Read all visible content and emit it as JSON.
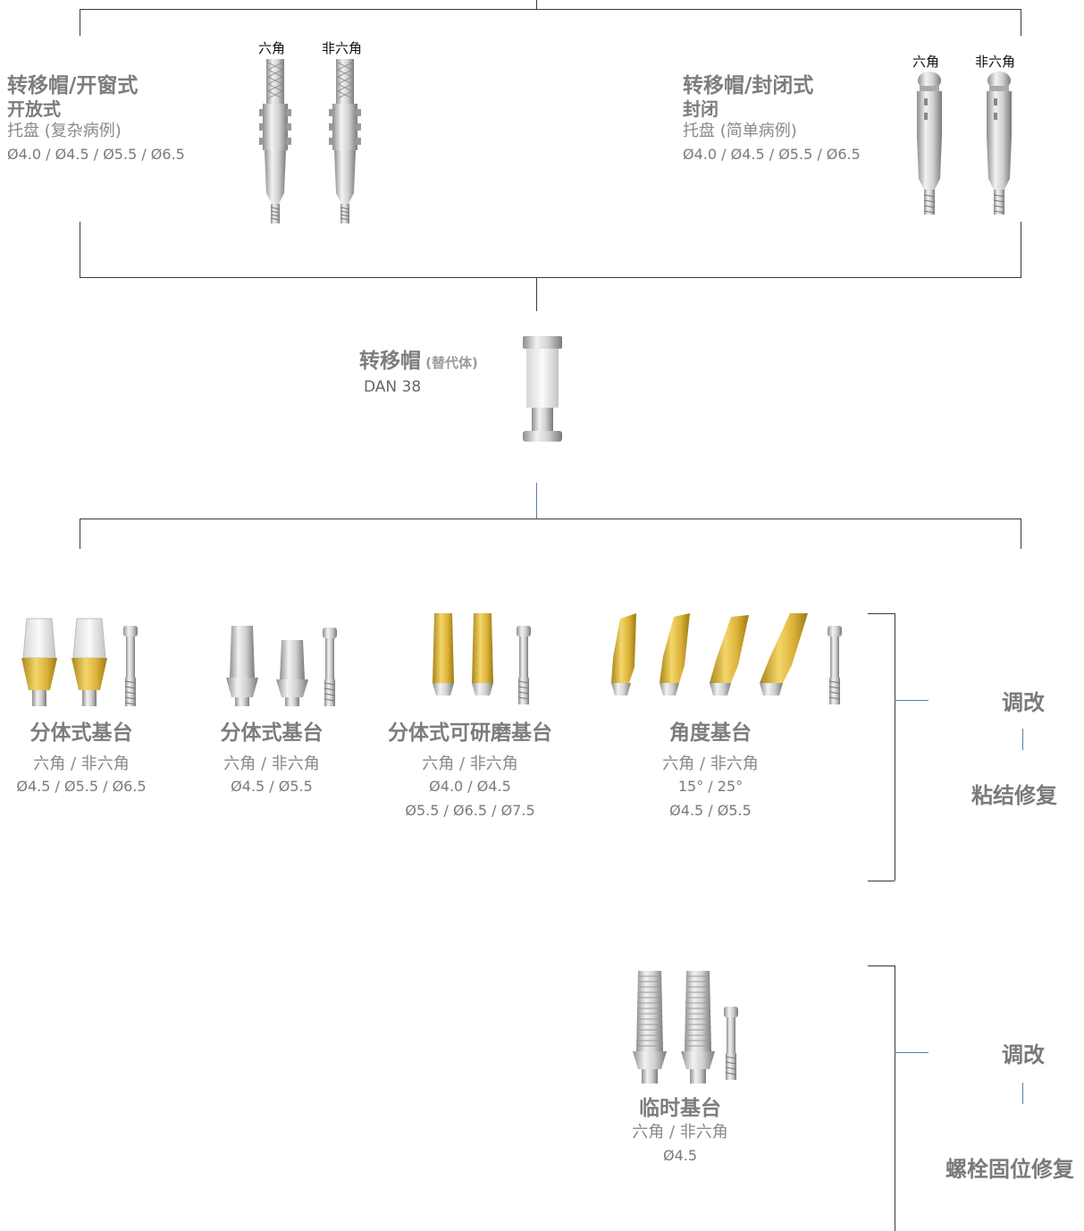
{
  "impression_open": {
    "title": "转移帽/开窗式",
    "subtitle": "开放式",
    "tray": "托盘 (复杂病例)",
    "sizes": "Ø4.0 / Ø4.5 / Ø5.5 / Ø6.5",
    "label_hex": "六角",
    "label_nonhex": "非六角"
  },
  "impression_closed": {
    "title": "转移帽/封闭式",
    "subtitle": "封闭",
    "tray": "托盘 (简单病例)",
    "sizes": "Ø4.0 / Ø4.5 / Ø5.5 / Ø6.5",
    "label_hex": "六角",
    "label_nonhex": "非六角"
  },
  "analog": {
    "title": "转移帽",
    "title_note": "(替代体)",
    "code": "DAN 38"
  },
  "abutments": [
    {
      "title": "分体式基台",
      "line1": "六角 / 非六角",
      "line2": "Ø4.5 / Ø5.5 / Ø6.5",
      "line3": ""
    },
    {
      "title": "分体式基台",
      "line1": "六角 / 非六角",
      "line2": "Ø4.5 / Ø5.5",
      "line3": ""
    },
    {
      "title": "分体式可研磨基台",
      "line1": "六角 / 非六角",
      "line2": "Ø4.0 / Ø4.5",
      "line3": "Ø5.5 / Ø6.5 / Ø7.5"
    },
    {
      "title": "角度基台",
      "line1": "六角 / 非六角",
      "line2": "15° / 25°",
      "line3": "Ø4.5 / Ø5.5"
    }
  ],
  "temporary": {
    "title": "临时基台",
    "line1": "六角 / 非六角",
    "line2": "Ø4.5"
  },
  "cement_side": {
    "top": "调改",
    "bottom": "粘结修复"
  },
  "screw_side": {
    "top": "调改",
    "bottom": "螺栓固位修复"
  },
  "colors": {
    "line": "#3a3a3a",
    "blue_line": "#5b7fa3",
    "gold": "#d9b23a",
    "silver": "#c9c9c9"
  }
}
